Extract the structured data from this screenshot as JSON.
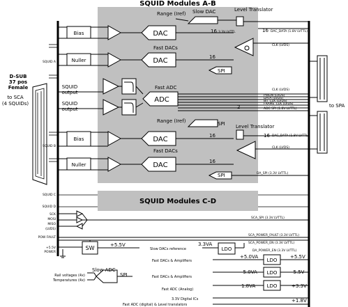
{
  "modules": {
    "ab_title": "SQUID Modules A-B",
    "cd_title": "SQUID Modules C-D"
  },
  "labels": {
    "range_iref": "Range (Iref)",
    "slow_dac": "Slow DAC",
    "level_translator": "Level Translator",
    "dac": "DAC",
    "fast_dacs": "Fast DACs",
    "spi": "SPI",
    "bias": "Bias",
    "nuller": "Nuller",
    "squid_output": "SQUID output",
    "fast_adc": "Fast ADC",
    "adc": "ADC",
    "bus_16": "16",
    "bus_2": "2",
    "supply_33v_lvttl": "3.3V LVTTL",
    "dac_data_18": "DAC_DATA (1.8V LVTTL)",
    "clk_lvds": "CLK (LVDS)",
    "pwdn": "PWDN (LVDS)",
    "data_lvds": "DATA (LVDS)",
    "bit_clk": "BIT CLK (LVDS)",
    "frame_clk": "FRAME_CLK (LVDS)",
    "adc_spi": "ADC SPI (1.8V LVTTL)",
    "da_spi": "DA_SPI (3.3V LVTTL)"
  },
  "left": {
    "dsub_title": "D-SUB",
    "dsub_pos": "37 pos",
    "dsub_gender": "Female",
    "to_sca_1": "to SCA",
    "to_sca_2": "(4 SQUIDs)",
    "squid_a": "SQUID A",
    "squid_b": "SQUID B",
    "squid_c": "SQUID C",
    "squid_d": "SQUID D",
    "sck": "SCK",
    "mosi": "MOSI",
    "miso": "MISO",
    "lvds": "(LVDS)",
    "pow_fault": "POW FAULT",
    "plus55_power_1": "+5.5V",
    "plus55_power_2": "POWER"
  },
  "right": {
    "to_spa": "to SPA"
  },
  "bottom": {
    "sca_spi": "SCA_SPI (3.3V LVTTL)",
    "sca_power_fault": "SCA_POWER_FAULT (3.3V LVTTL)",
    "sca_power_en": "SCA_POWER_EN (3.3V LVTTL)",
    "sw": "SW",
    "plus55": "+5.5V",
    "slow_dacs_ref": "Slow DACs reference",
    "v33a": "3.3VA",
    "ldo": "LDO",
    "da_power_en": "DA_POWER_EN (3.3V LVTTL)",
    "fast_dacs_amps": "Fast DACs & Amplifiers",
    "plus50va": "+5.0VA",
    "minus50va": "-5.0VA",
    "minus55": "-5.5V",
    "fast_adc_analog": "Fast ADC (Analog)",
    "v18a": "1.8VA",
    "plus33v": "+3.3V",
    "digital_ics": "3.3V Digital ICs",
    "fast_adc_digital": "Fast ADC (digital) & Level translators",
    "plus18v": "+1.8V",
    "rail_voltages": "Rail voltages (4x)",
    "temperatures": "Temperatures (4x)",
    "slow_adc": "Slow ADC"
  }
}
